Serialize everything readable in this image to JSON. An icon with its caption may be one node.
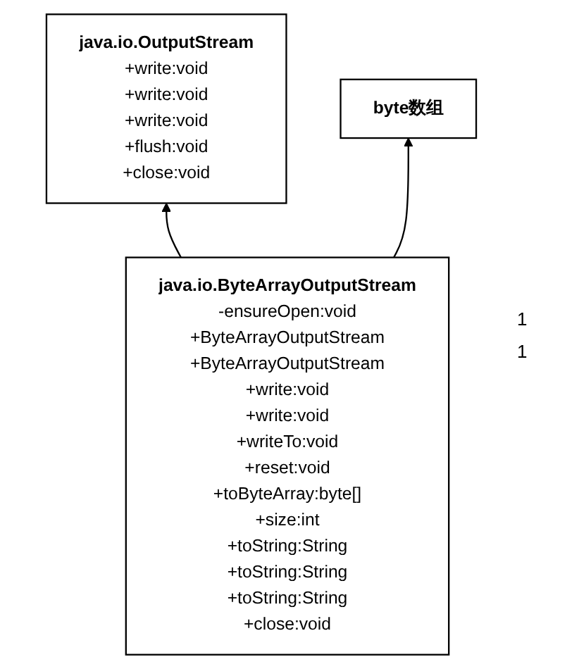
{
  "diagram": {
    "nodes": [
      {
        "text": [
          "java.io.OutputStream",
          "+write:void",
          "+write:void",
          "+write:void",
          "+flush:void",
          "+close:void"
        ]
      },
      {
        "text": [
          "byte数组"
        ]
      },
      {
        "text": [
          "java.io.ByteArrayOutputStream",
          "-ensureOpen:void",
          "+ByteArrayOutputStream",
          "+ByteArrayOutputStream",
          "+write:void",
          "+write:void",
          "+writeTo:void",
          "+reset:void",
          "+toByteArray:byte[]",
          "+size:int",
          "+toString:String",
          "+toString:String",
          "+toString:String",
          "+close:void"
        ]
      }
    ],
    "edges": [
      {
        "from": 2,
        "to": 0,
        "arrow": "to"
      },
      {
        "from": 2,
        "to": 1,
        "arrow": "to"
      }
    ],
    "labels": [
      "1",
      "1"
    ]
  }
}
